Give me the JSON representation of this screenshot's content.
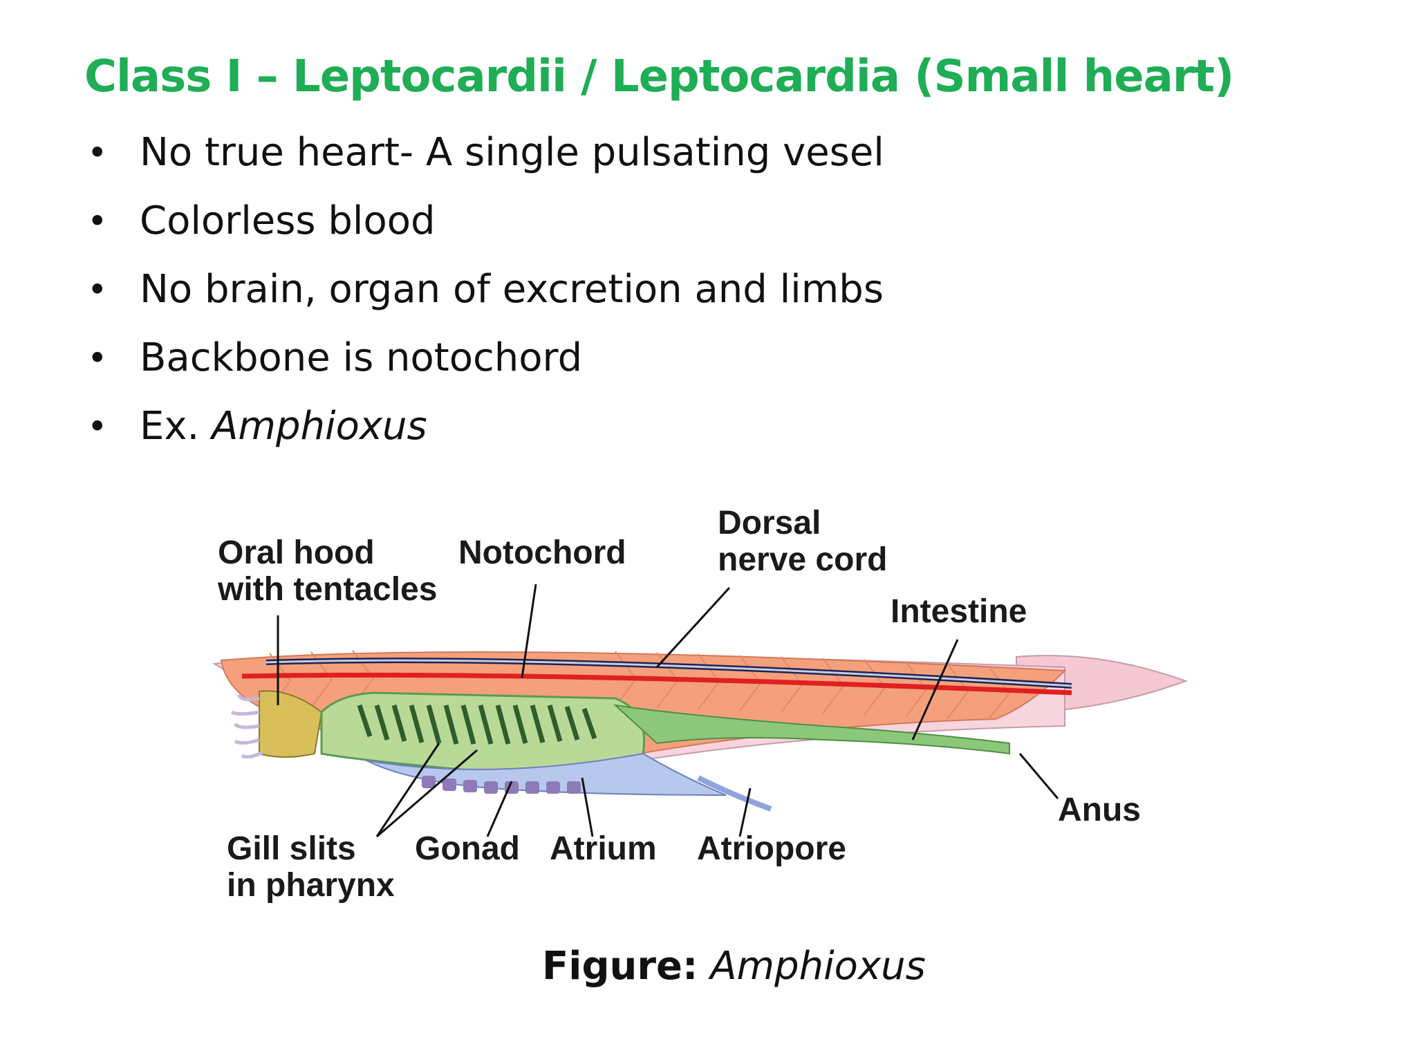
{
  "title": "Class I – Leptocardii / Leptocardia (Small heart)",
  "bullets": [
    {
      "text": "No true heart- A single pulsating vesel",
      "italic": ""
    },
    {
      "text": "Colorless blood",
      "italic": ""
    },
    {
      "text": "No brain, organ of excretion and limbs",
      "italic": ""
    },
    {
      "text": "Backbone is notochord",
      "italic": ""
    },
    {
      "text": "Ex. ",
      "italic": "Amphioxus"
    }
  ],
  "diagram": {
    "labels": {
      "oral_hood_1": "Oral hood",
      "oral_hood_2": "with tentacles",
      "notochord": "Notochord",
      "dorsal_1": "Dorsal",
      "dorsal_2": "nerve cord",
      "intestine": "Intestine",
      "anus": "Anus",
      "gill_1": "Gill slits",
      "gill_2": "in pharynx",
      "gonad": "Gonad",
      "atrium": "Atrium",
      "atriopore": "Atriopore"
    }
  },
  "caption": {
    "bold": "Figure:",
    "italic": "Amphioxus"
  }
}
